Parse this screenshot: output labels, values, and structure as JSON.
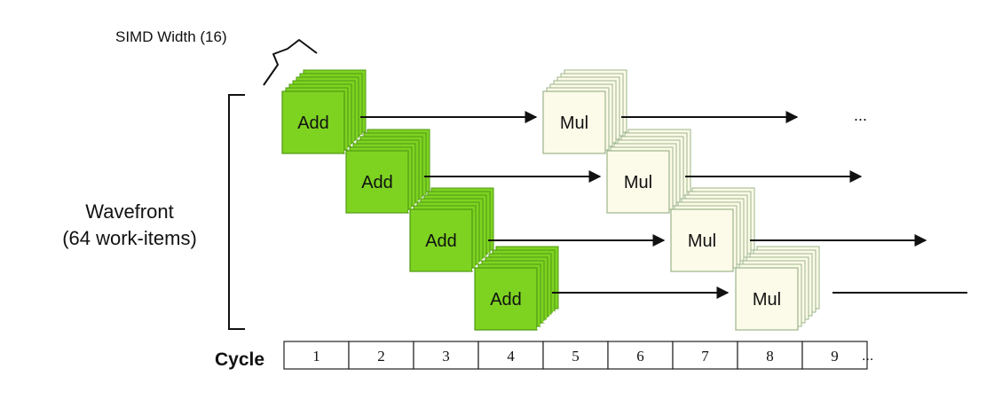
{
  "simd_label": "SIMD Width (16)",
  "wavefront": {
    "line1": "Wavefront",
    "line2": "(64 work-items)"
  },
  "ops": {
    "add": "Add",
    "mul": "Mul"
  },
  "colors": {
    "add_fill": "#7ed321",
    "add_stroke": "#4f9a12",
    "mul_fill": "#fcfae8",
    "mul_stroke": "#9bb58a",
    "arrow": "#111111"
  },
  "continuation": "...",
  "cycle": {
    "label": "Cycle",
    "cells": [
      "1",
      "2",
      "3",
      "4",
      "5",
      "6",
      "7",
      "8",
      "9"
    ],
    "trailing": "..."
  }
}
